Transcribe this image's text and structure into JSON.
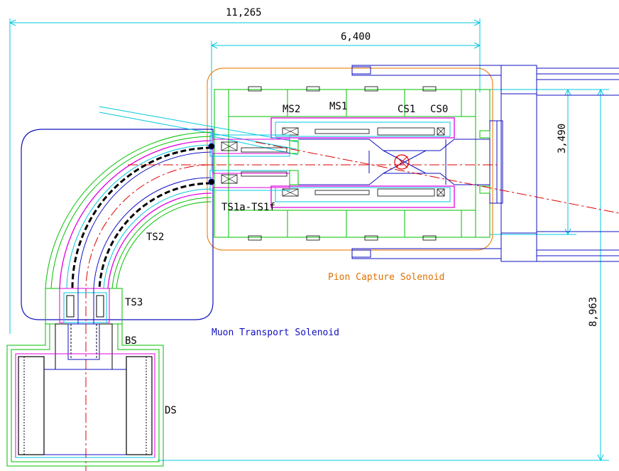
{
  "dimensions": {
    "overall_width": "11,265",
    "capture_width": "6,400",
    "capture_height": "3,490",
    "overall_height": "8,963"
  },
  "labels": {
    "ms2": "MS2",
    "ms1": "MS1",
    "cs1": "CS1",
    "cs0": "CS0",
    "ts1": "TS1a-TS1f",
    "ts2": "TS2",
    "ts3": "TS3",
    "bs": "BS",
    "ds": "DS"
  },
  "captions": {
    "pion_capture": "Pion Capture Solenoid",
    "muon_transport": "Muon Transport Solenoid"
  },
  "colors": {
    "dimension": "#00c8e0",
    "capture_outline": "#f08a24",
    "transport_outline": "#1010c0",
    "cryostat": "#00c000",
    "coil": "#e000e0",
    "beam": "#e00000",
    "structure": "#1010c0"
  }
}
